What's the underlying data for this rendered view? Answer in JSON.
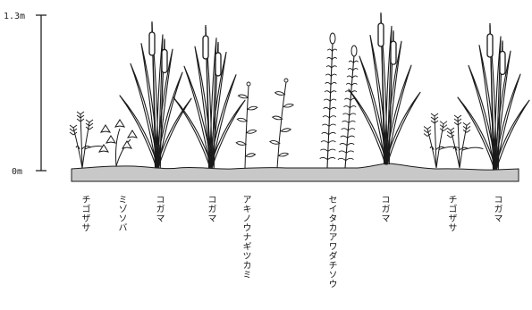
{
  "scale": {
    "top_label": "1.3m",
    "bottom_label": "0m"
  },
  "plants": [
    {
      "label": "チゴザサ"
    },
    {
      "label": "ミゾソバ"
    },
    {
      "label": "コガマ"
    },
    {
      "label": "コガマ"
    },
    {
      "label": "アキノウナギツカミ"
    },
    {
      "label": "セイタカアワダチソウ"
    },
    {
      "label": "コガマ"
    },
    {
      "label": "チゴザサ"
    },
    {
      "label": "コガマ"
    }
  ],
  "colors": {
    "ground": "#c8c8c8",
    "ink": "#1a1a1a"
  }
}
